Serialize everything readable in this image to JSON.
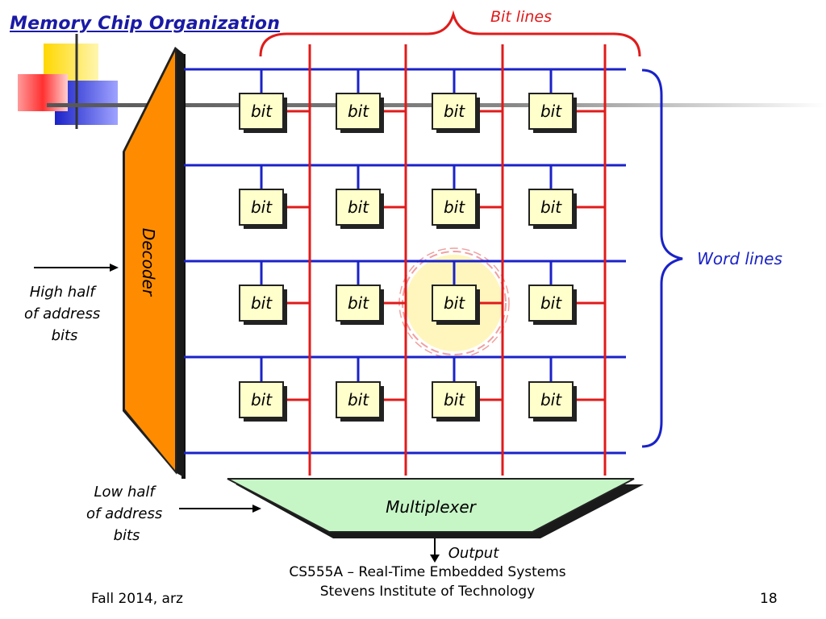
{
  "slide": {
    "title": "Memory Chip Organization",
    "footer_left": "Fall 2014, arz",
    "footer_center_line1": "CS555A – Real-Time Embedded Systems",
    "footer_center_line2": "Stevens Institute of Technology",
    "page_number": "18"
  },
  "diagram": {
    "bit_lines_label": "Bit lines",
    "word_lines_label": "Word lines",
    "decoder_label": "Decoder",
    "multiplexer_label": "Multiplexer",
    "output_label": "Output",
    "high_half_label": [
      "High half",
      "of address",
      "bits"
    ],
    "low_half_label": [
      "Low half",
      "of address",
      "bits"
    ],
    "cell_label": "bit",
    "rows": 4,
    "cols": 4,
    "highlighted_cell": {
      "row": 3,
      "col": 3
    },
    "colors": {
      "word_line": "#1a22c8",
      "bit_line": "#e01b1b",
      "decoder_fill": "#ff8c00",
      "multiplexer_fill": "#c6f5c6",
      "cell_fill": "#ffffcc",
      "title": "#1a1aa6",
      "highlight": "#fff3a8"
    }
  }
}
